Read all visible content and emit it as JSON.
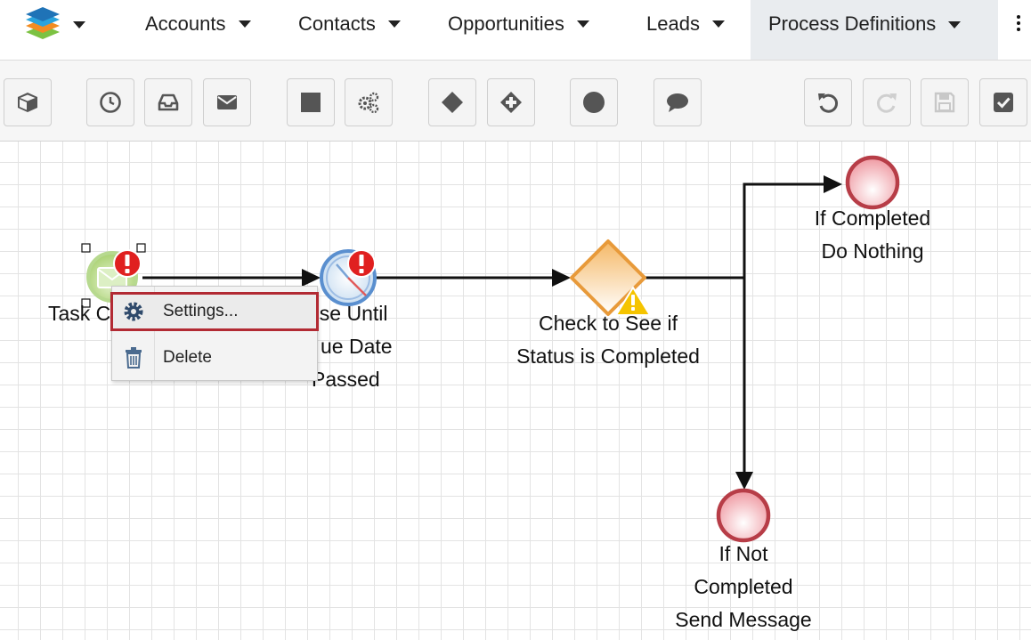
{
  "nav": {
    "items": [
      {
        "label": "Accounts"
      },
      {
        "label": "Contacts"
      },
      {
        "label": "Opportunities"
      },
      {
        "label": "Leads"
      },
      {
        "label": "Process Definitions",
        "active": true
      }
    ]
  },
  "toolbar": {
    "buttons": [
      {
        "name": "cube-icon"
      },
      {
        "name": "clock-icon"
      },
      {
        "name": "inbox-icon"
      },
      {
        "name": "envelope-icon"
      },
      {
        "name": "square-icon"
      },
      {
        "name": "gears-icon"
      },
      {
        "name": "diamond-icon"
      },
      {
        "name": "diamond-plus-icon"
      },
      {
        "name": "circle-icon"
      },
      {
        "name": "comment-icon"
      },
      {
        "name": "undo-icon"
      },
      {
        "name": "redo-icon",
        "disabled": true
      },
      {
        "name": "save-icon",
        "disabled": true
      },
      {
        "name": "check-square-icon"
      }
    ]
  },
  "diagram": {
    "nodes": {
      "task": {
        "line1": "Task C"
      },
      "pause": {
        "line1": "use Until",
        "line2": "ue Date",
        "line3": "Passed"
      },
      "gateway": {
        "line1": "Check to See if",
        "line2": "Status is Completed"
      },
      "end_completed": {
        "line1": "If Completed",
        "line2": "Do Nothing"
      },
      "end_not_completed": {
        "line1": "If Not",
        "line2": "Completed",
        "line3": "Send Message"
      }
    },
    "colors": {
      "end_event": "#f0a0a8",
      "gateway": "#f5b866",
      "start_event": "#a8d070",
      "error_badge": "#e02020",
      "warning_badge": "#f5c400"
    }
  },
  "context_menu": {
    "items": [
      {
        "label": "Settings...",
        "icon": "gear-icon",
        "highlighted": true
      },
      {
        "label": "Delete",
        "icon": "trash-icon"
      }
    ]
  },
  "accent": {
    "highlight_border": "#b22a33"
  }
}
